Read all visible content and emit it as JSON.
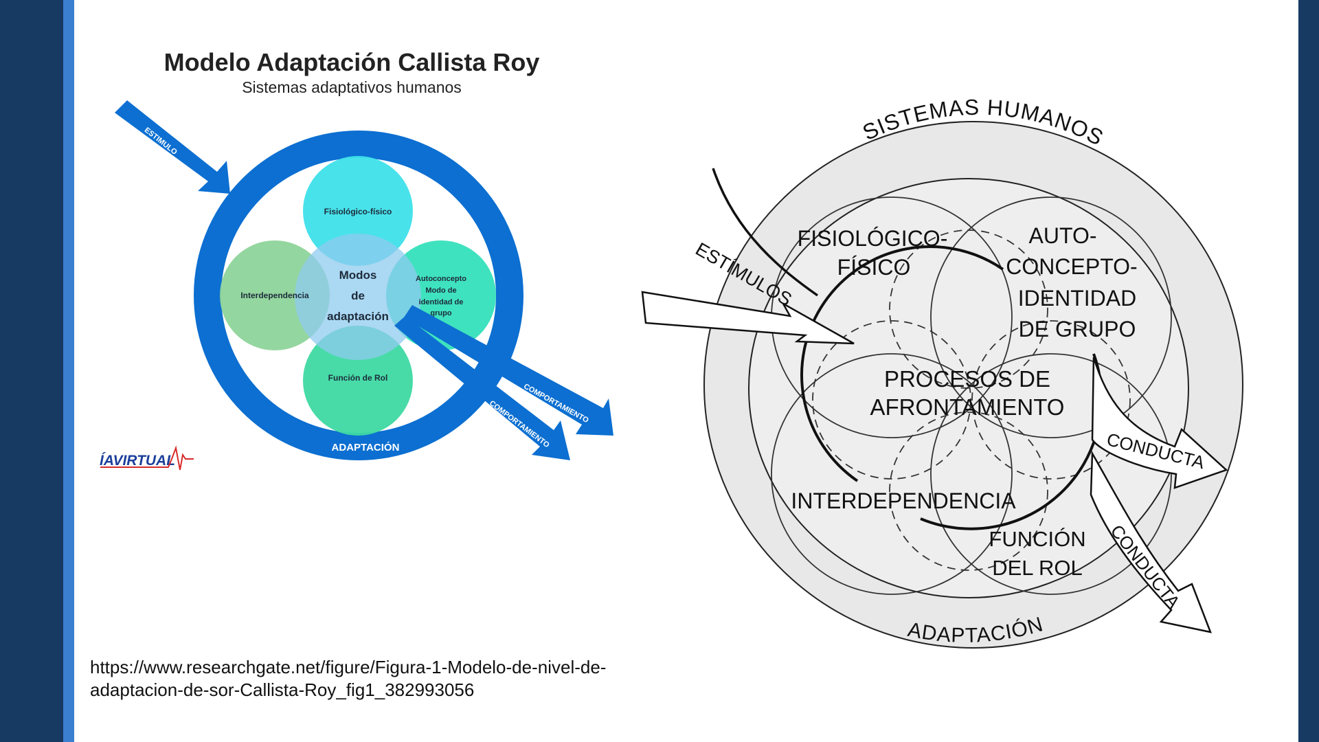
{
  "slide": {
    "colors": {
      "frame": "#173a63",
      "accent": "#3b7fd0",
      "background": "#ffffff"
    }
  },
  "left_figure": {
    "title": "Modelo Adaptación Callista Roy",
    "subtitle": "Sistemas adaptativos humanos",
    "stimulus_label": "ESTIMULO",
    "center_label": [
      "Modos",
      "de",
      "adaptación"
    ],
    "modes": {
      "top": "Fisiológico-físico",
      "left": "Interdependencia",
      "right": [
        "Autoconcepto",
        "Modo de",
        "identidad de",
        "grupo"
      ],
      "bottom": "Función de Rol"
    },
    "ring_label": "ADAPTACIÓN",
    "output_labels": [
      "COMPORTAMIENTO",
      "COMPORTAMIENTO"
    ],
    "logo_text": "ÍAVIRTUAL",
    "colors": {
      "ring": "#0c6fd1",
      "top_circle": "#3ee0ea",
      "left_circle": "#8ed49a",
      "right_circle": "#2fdfb8",
      "bottom_circle": "#3ed9a2",
      "center": "#8fcbef"
    }
  },
  "right_figure": {
    "top_arc_label": "SISTEMAS HUMANOS",
    "bottom_arc_label": "ADAPTACIÓN",
    "input_label": "ESTÍMULOS",
    "physio_label": [
      "FISIOLÓGICO-",
      "FÍSICO"
    ],
    "self_concept_label": [
      "AUTO-",
      "CONCEPTO-",
      "IDENTIDAD",
      "DE GRUPO"
    ],
    "coping_label": [
      "PROCESOS DE",
      "AFRONTAMIENTO"
    ],
    "interdependence_label": "INTERDEPENDENCIA",
    "role_label": [
      "FUNCIÓN",
      "DEL ROL"
    ],
    "output_labels": [
      "CONDUCTA",
      "CONDUCTA"
    ]
  },
  "source_url": "https://www.researchgate.net/figure/Figura-1-Modelo-de-nivel-de-adaptacion-de-sor-Callista-Roy_fig1_382993056"
}
